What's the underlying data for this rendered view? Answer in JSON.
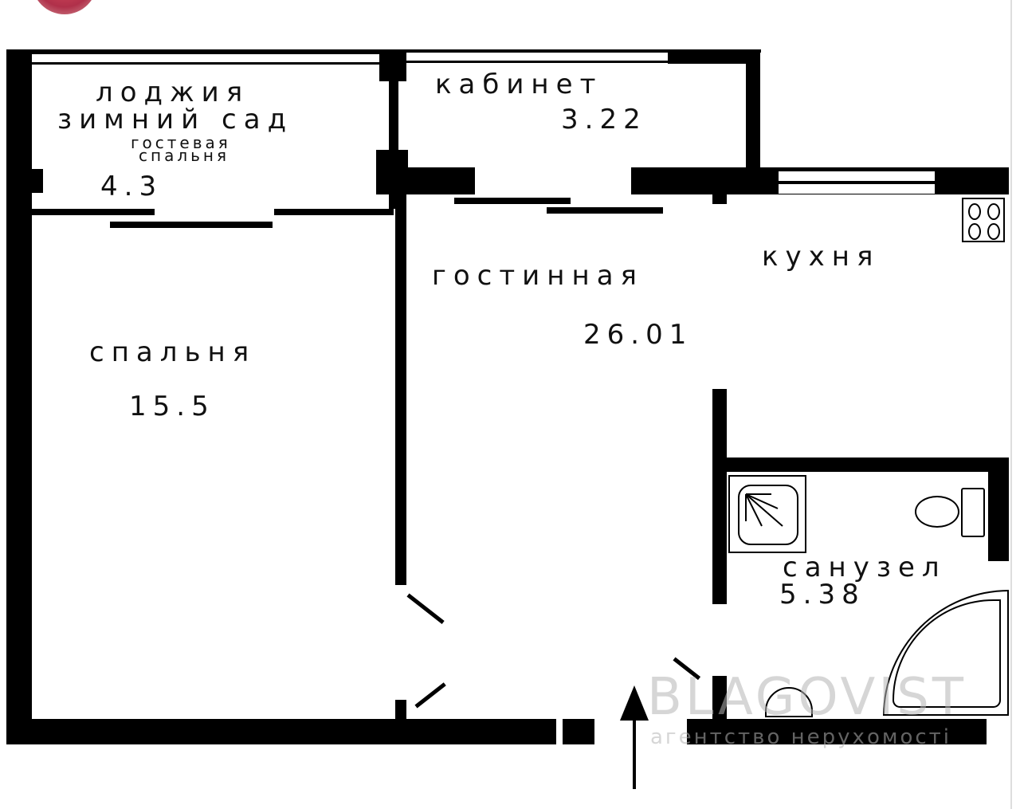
{
  "plan": {
    "rooms": [
      {
        "name": "лоджия",
        "name2": "зимний сад",
        "note": "гостевая",
        "note2": "спальня",
        "area": "4.3"
      },
      {
        "name": "кабинет",
        "area": "3.22"
      },
      {
        "name": "кухня"
      },
      {
        "name": "гостинная",
        "area": "26.01"
      },
      {
        "name": "спальня",
        "area": "15.5"
      },
      {
        "name": "санузел",
        "area": "5.38"
      }
    ],
    "entrance_icon": "arrow-up-icon"
  },
  "watermark": {
    "brand": "BLAGOVIST",
    "tagline": "агентство нерухомості"
  },
  "colors": {
    "wall": "#000000",
    "background": "#ffffff",
    "watermark": "#b4b4b4"
  }
}
